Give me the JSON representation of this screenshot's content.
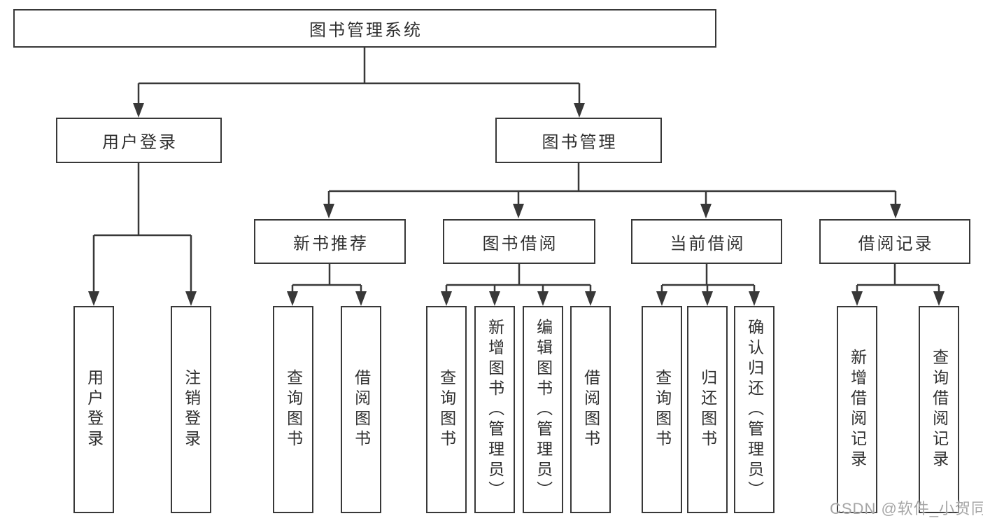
{
  "diagram": {
    "type": "hierarchy-tree",
    "colors": {
      "line": "#383838",
      "box_border": "#383838",
      "text": "#2f2f2f",
      "watermark": "#a6a6a6",
      "background": "#ffffff"
    },
    "tree": {
      "label": "图书管理系统",
      "children": [
        {
          "label": "用户登录",
          "children": [
            {
              "label": "用户登录"
            },
            {
              "label": "注销登录"
            }
          ]
        },
        {
          "label": "图书管理",
          "children": [
            {
              "label": "新书推荐",
              "children": [
                {
                  "label": "查询图书"
                },
                {
                  "label": "借阅图书"
                }
              ]
            },
            {
              "label": "图书借阅",
              "children": [
                {
                  "label": "查询图书"
                },
                {
                  "label": "新增图书（管理员）"
                },
                {
                  "label": "编辑图书（管理员）"
                },
                {
                  "label": "借阅图书"
                }
              ]
            },
            {
              "label": "当前借阅",
              "children": [
                {
                  "label": "查询图书"
                },
                {
                  "label": "归还图书"
                },
                {
                  "label": "确认归还（管理员）"
                }
              ]
            },
            {
              "label": "借阅记录",
              "children": [
                {
                  "label": "新增借阅记录"
                },
                {
                  "label": "查询借阅记录"
                }
              ]
            }
          ]
        }
      ]
    }
  },
  "watermark": {
    "text": "CSDN @软件_小贺同学"
  }
}
